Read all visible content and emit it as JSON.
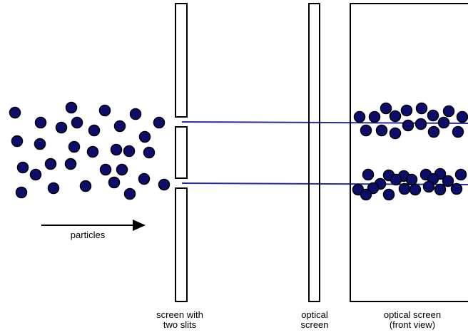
{
  "colors": {
    "particle_fill": "#0d0d6b",
    "particle_stroke": "#000000",
    "beam_line": "#2b2b9a",
    "outline": "#000000",
    "background": "#ffffff"
  },
  "labels": {
    "particles": "particles",
    "slit_screen_line1": "screen with",
    "slit_screen_line2": "two slits",
    "optical_screen_line1": "optical",
    "optical_screen_line2": "screen",
    "front_view_line1": "optical screen",
    "front_view_line2": "(front view)"
  },
  "elements": {
    "slit_count": 2,
    "direction_arrow": "right-arrow"
  }
}
